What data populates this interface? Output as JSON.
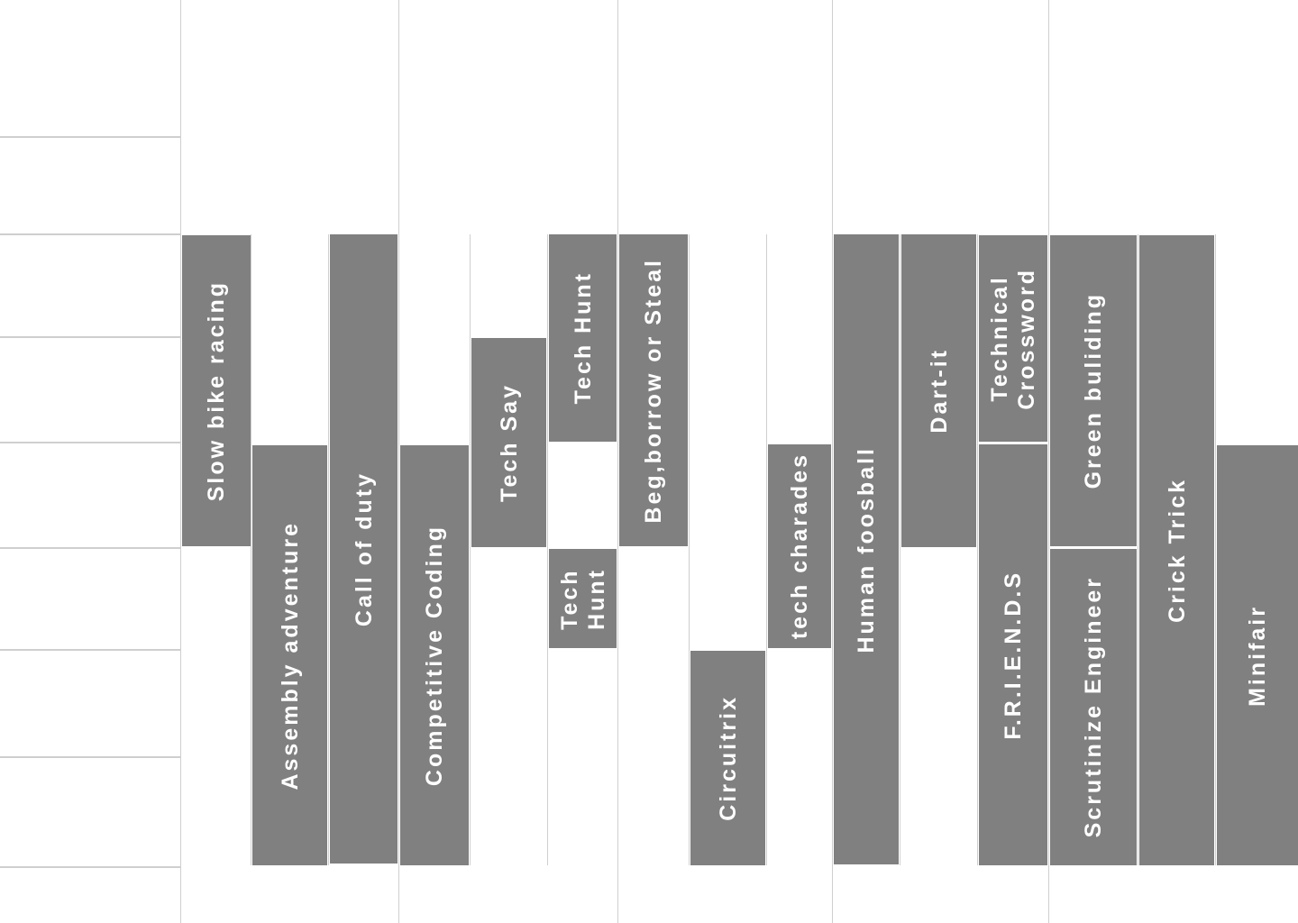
{
  "events": [
    {
      "id": "slow-bike-racing",
      "label": "Slow bike racing"
    },
    {
      "id": "assembly-adventure",
      "label": "Assembly adventure"
    },
    {
      "id": "call-of-duty",
      "label": "Call of duty"
    },
    {
      "id": "competitive-coding",
      "label": "Competitive Coding"
    },
    {
      "id": "tech-say",
      "label": "Tech Say"
    },
    {
      "id": "tech-hunt-1",
      "label": "Tech Hunt"
    },
    {
      "id": "tech-hunt-2",
      "label": "Tech\nHunt"
    },
    {
      "id": "beg-borrow-or-steal",
      "label": "Beg,borrow or Steal"
    },
    {
      "id": "circuitrix",
      "label": "Circuitrix"
    },
    {
      "id": "tech-charades",
      "label": "tech charades"
    },
    {
      "id": "human-foosball",
      "label": "Human foosball"
    },
    {
      "id": "dart-it",
      "label": "Dart-it"
    },
    {
      "id": "technical-crossword",
      "label": "Technical\nCrossword"
    },
    {
      "id": "friends",
      "label": "F.R.I.E.N.D.S"
    },
    {
      "id": "green-building",
      "label": "Green buliding"
    },
    {
      "id": "scrutinize-engineer",
      "label": "Scrutinize Engineer"
    },
    {
      "id": "crick-trick",
      "label": "Crick Trick"
    },
    {
      "id": "minifair",
      "label": "Minifair"
    }
  ]
}
